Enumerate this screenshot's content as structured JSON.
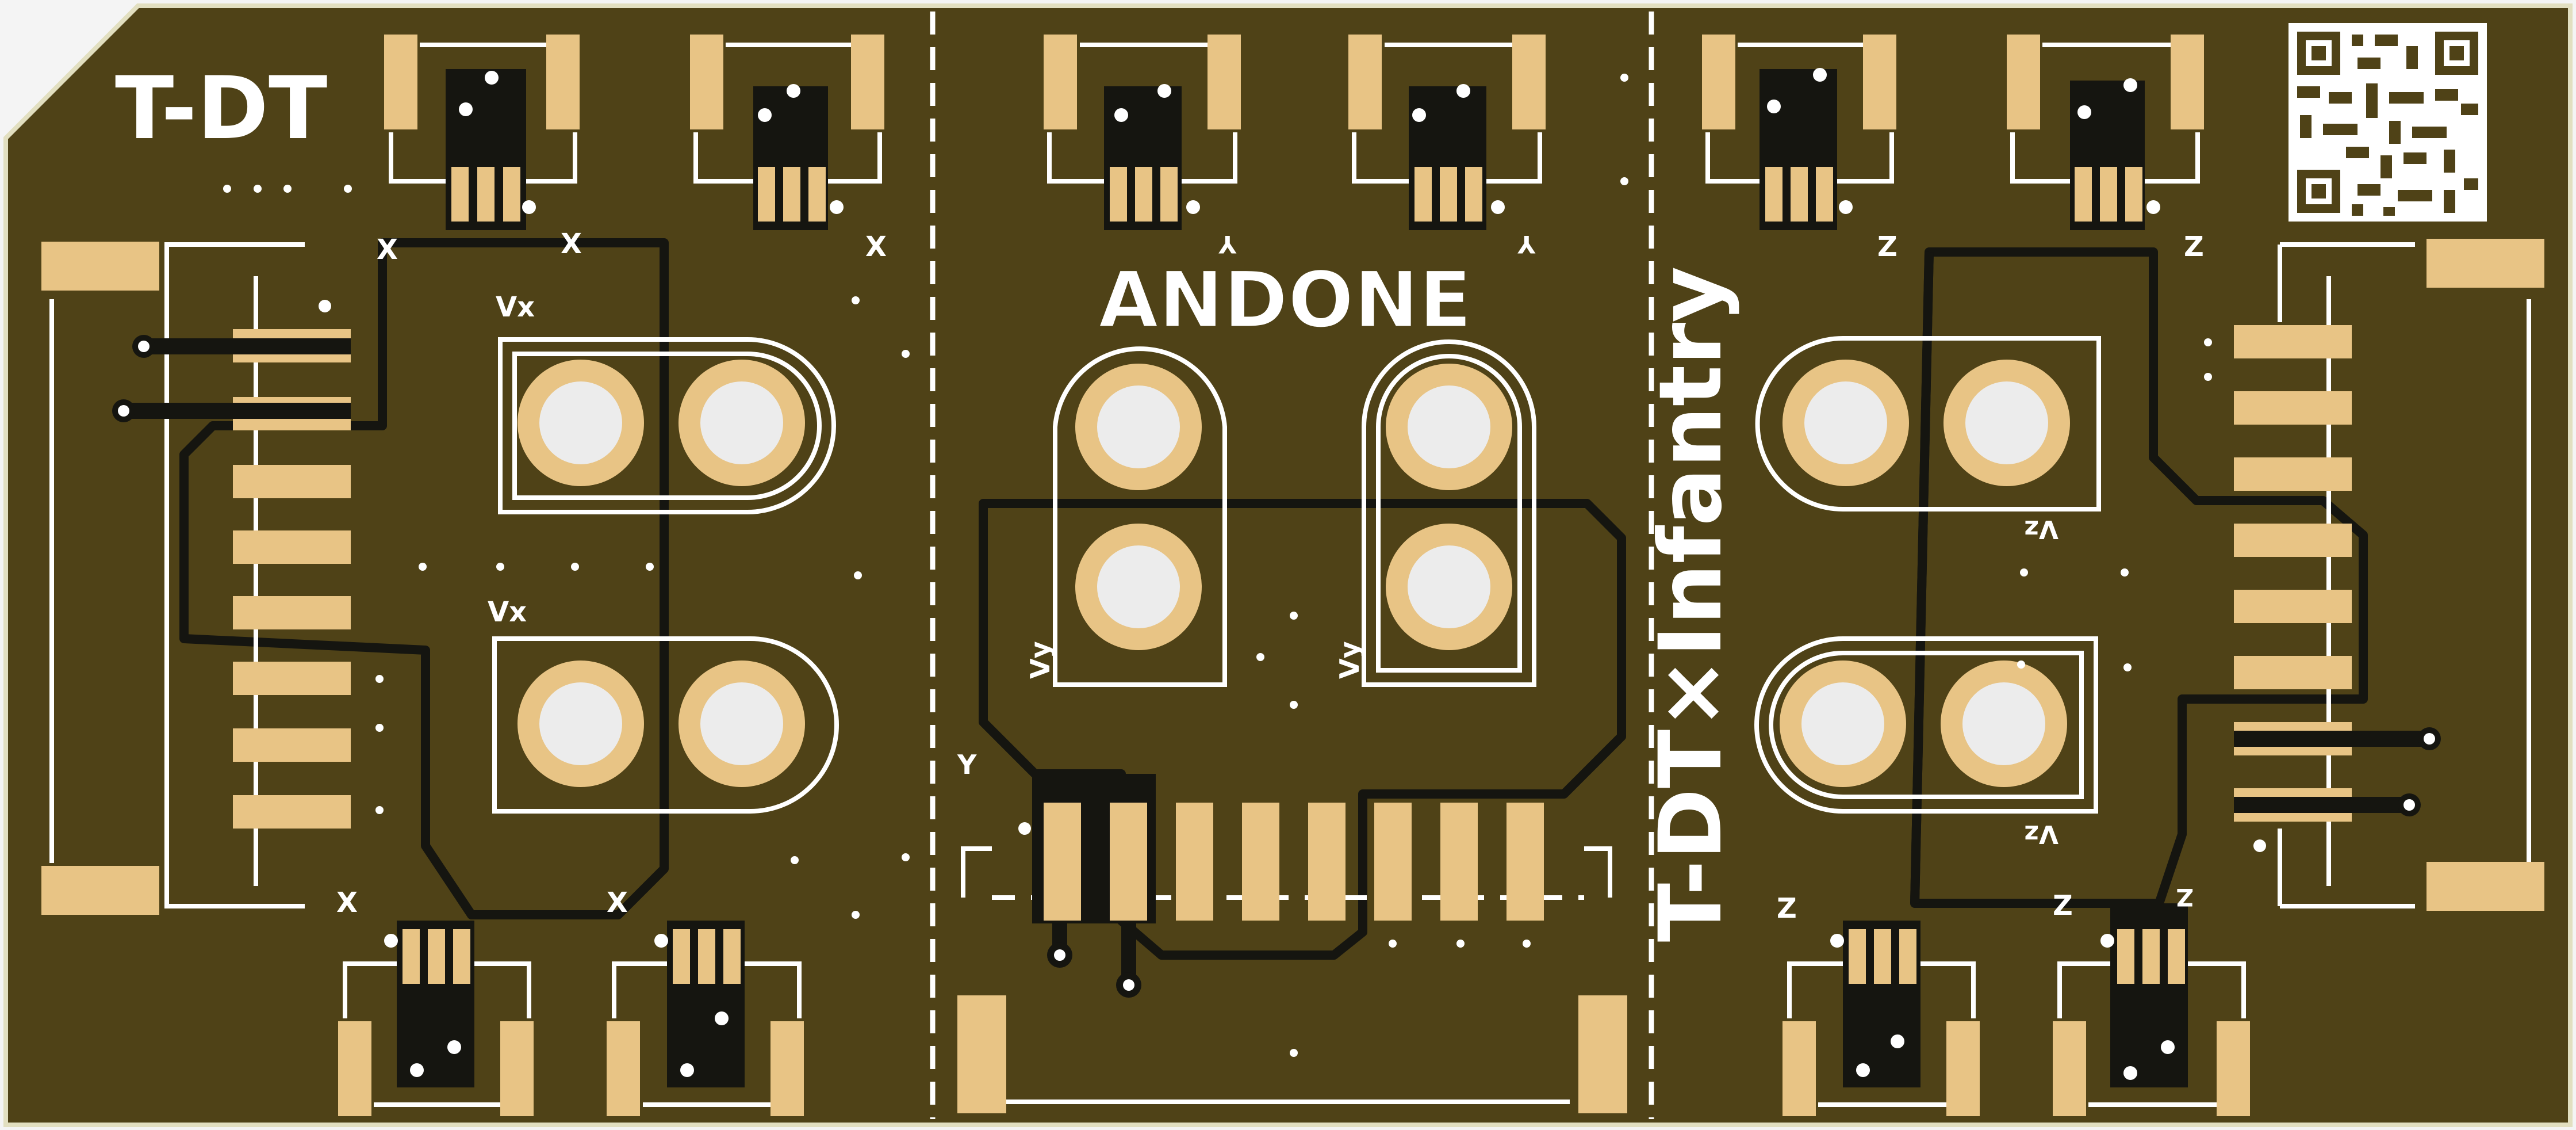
{
  "board": {
    "brand_text": "T-DT",
    "title_text": "ANDONE",
    "vertical_text": "T-DT×Infantry",
    "colors": {
      "background": "#f4f4f4",
      "substrate": "#4f4217",
      "edge": "#e2dfc0",
      "pad": "#e8c485",
      "silkscreen": "#ffffff",
      "trace": "#151510",
      "hole": "#ececec"
    }
  },
  "labels": {
    "x_marker": "X",
    "y_marker": "Y",
    "z_marker": "Z",
    "vx": "Vx",
    "vy": "Vy",
    "vz": "Vz"
  },
  "qr_code": {
    "icon": "qr-code-icon"
  }
}
